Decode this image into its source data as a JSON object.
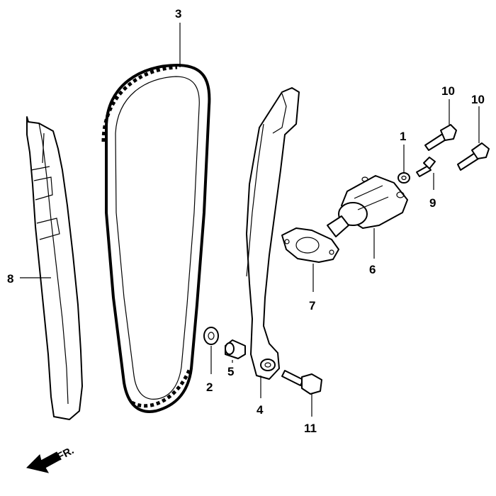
{
  "diagram": {
    "callouts": {
      "p1": "1",
      "p2": "2",
      "p3": "3",
      "p4": "4",
      "p5": "5",
      "p6": "6",
      "p7": "7",
      "p8": "8",
      "p9": "9",
      "p10a": "10",
      "p10b": "10",
      "p11": "11"
    },
    "front_indicator": "FR."
  }
}
